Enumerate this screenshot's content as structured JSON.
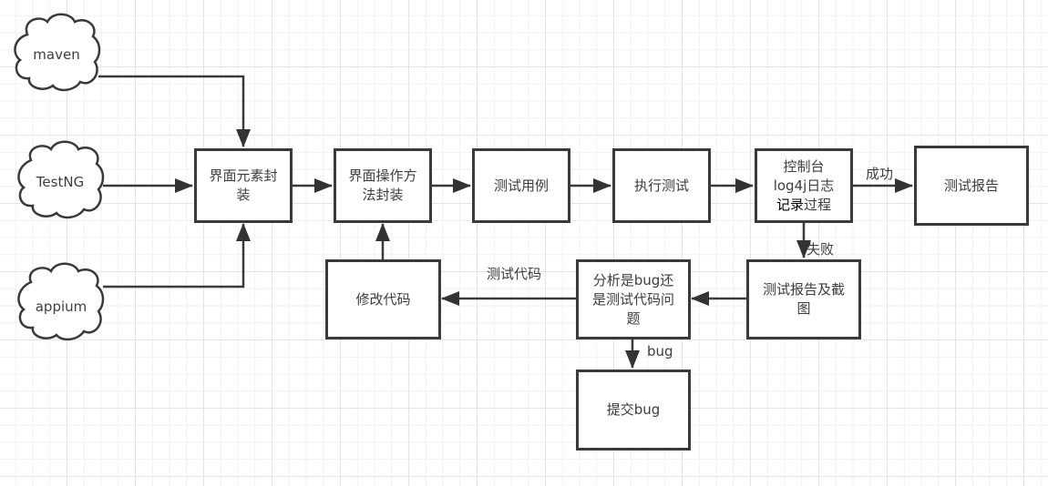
{
  "diagram": {
    "type": "flowchart",
    "sources": [
      {
        "id": "maven",
        "label": "maven",
        "shape": "cloud"
      },
      {
        "id": "testng",
        "label": "TestNG",
        "shape": "cloud"
      },
      {
        "id": "appium",
        "label": "appium",
        "shape": "cloud"
      }
    ],
    "nodes": {
      "ui_element": {
        "label": "界面元素封装"
      },
      "ui_operation": {
        "label": "界面操作方法封装"
      },
      "test_case": {
        "label": "测试用例"
      },
      "execute": {
        "label": "执行测试"
      },
      "console_log": {
        "label_line1": "控制台",
        "label_line2": "log4j日志",
        "label_line3_a": "记录",
        "label_line3_b": "过程"
      },
      "report": {
        "label": "测试报告"
      },
      "report_screenshot": {
        "label": "测试报告及截图"
      },
      "analysis": {
        "label": "分析是bug还是测试代码问题"
      },
      "fix_code": {
        "label": "修改代码"
      },
      "submit_bug": {
        "label": "提交bug"
      }
    },
    "edge_labels": {
      "success": "成功",
      "failure": "失败",
      "test_code": "测试代码",
      "bug": "bug"
    },
    "edges": [
      {
        "from": "maven",
        "to": "ui_element"
      },
      {
        "from": "testng",
        "to": "ui_element"
      },
      {
        "from": "appium",
        "to": "ui_element"
      },
      {
        "from": "ui_element",
        "to": "ui_operation"
      },
      {
        "from": "ui_operation",
        "to": "test_case"
      },
      {
        "from": "test_case",
        "to": "execute"
      },
      {
        "from": "execute",
        "to": "console_log"
      },
      {
        "from": "console_log",
        "to": "report",
        "label": "成功"
      },
      {
        "from": "console_log",
        "to": "report_screenshot",
        "label": "失败"
      },
      {
        "from": "report_screenshot",
        "to": "analysis"
      },
      {
        "from": "analysis",
        "to": "fix_code",
        "label": "测试代码"
      },
      {
        "from": "analysis",
        "to": "submit_bug",
        "label": "bug"
      },
      {
        "from": "fix_code",
        "to": "ui_operation"
      }
    ],
    "colors": {
      "stroke": "#3a3a3a",
      "text": "#3d3d3d",
      "background": "#ffffff",
      "grid": "#e4e4e4"
    }
  }
}
